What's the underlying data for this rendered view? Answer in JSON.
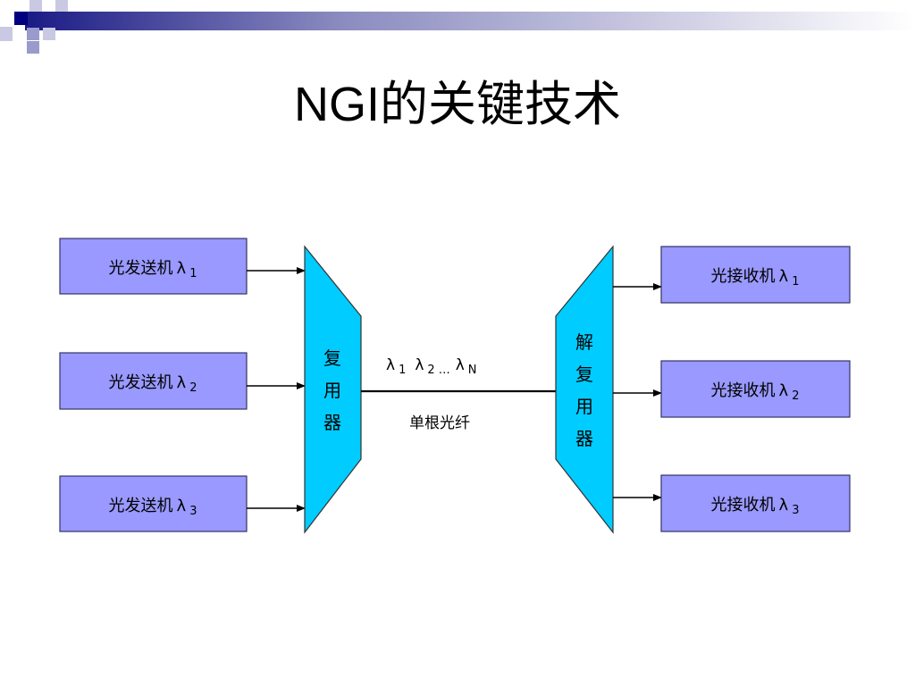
{
  "slide": {
    "title": "NGI的关键技术"
  },
  "colors": {
    "box_fill": "#9999ff",
    "box_stroke": "#333366",
    "trapezoid_fill": "#00ccff",
    "trapezoid_stroke": "#333333",
    "header_dark": "#000080",
    "header_mid": "#7a7ab8",
    "header_light": "#c9c9e4"
  },
  "diagram": {
    "transmitters": [
      {
        "label": "光发送机",
        "lambda": "λ",
        "sub": "1"
      },
      {
        "label": "光发送机",
        "lambda": "λ",
        "sub": "2"
      },
      {
        "label": "光发送机",
        "lambda": "λ",
        "sub": "3"
      }
    ],
    "receivers": [
      {
        "label": "光接收机",
        "lambda": "λ",
        "sub": "1"
      },
      {
        "label": "光接收机",
        "lambda": "λ",
        "sub": "2"
      },
      {
        "label": "光接收机",
        "lambda": "λ",
        "sub": "3"
      }
    ],
    "multiplexer": {
      "chars": [
        "复",
        "用",
        "器"
      ]
    },
    "demultiplexer": {
      "chars": [
        "解",
        "复",
        "用",
        "器"
      ]
    },
    "fiber": {
      "wavelengths": [
        {
          "lambda": "λ",
          "sub": "1"
        },
        {
          "lambda": "λ",
          "sub": "2"
        },
        {
          "lambda": "λ",
          "sub": "N"
        }
      ],
      "ellipsis": "…",
      "label": "单根光纤"
    }
  }
}
